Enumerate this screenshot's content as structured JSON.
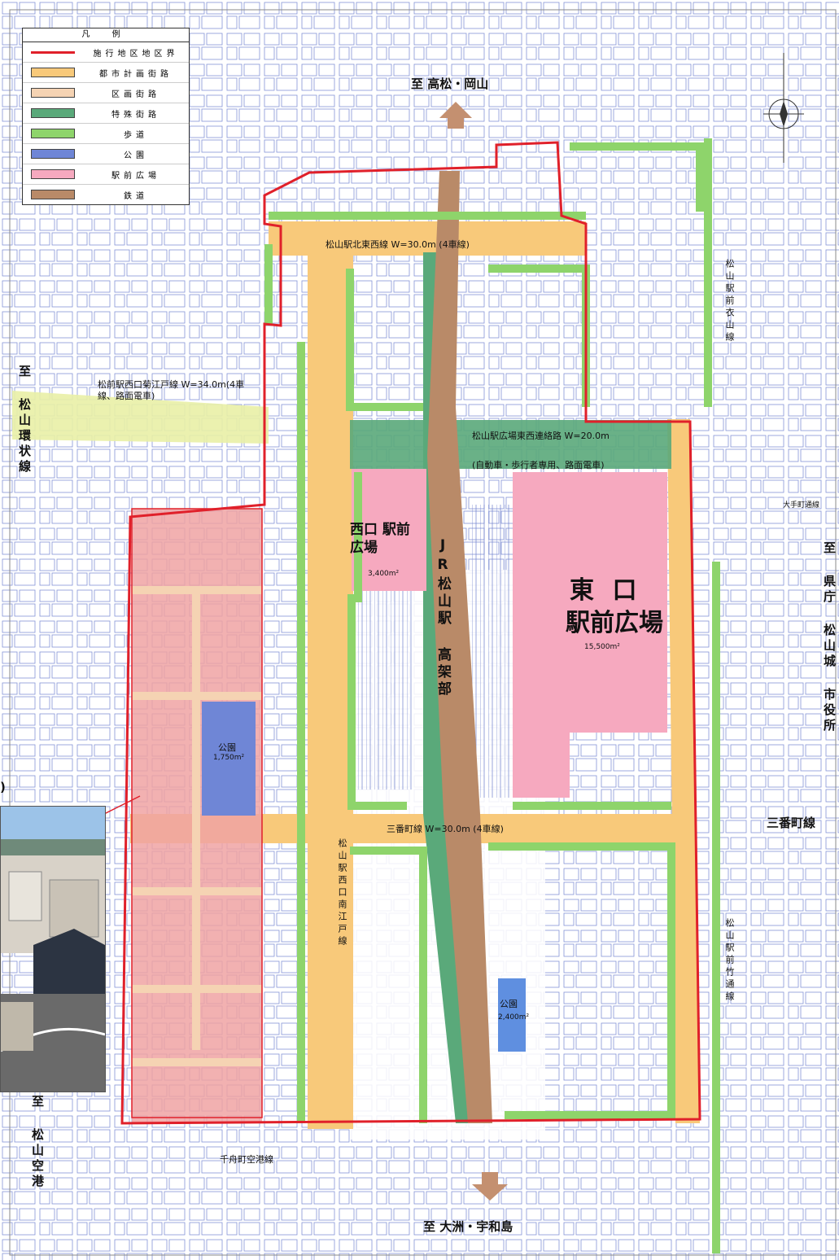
{
  "legend": {
    "title": "凡 例",
    "items": [
      {
        "label": "施行地区地区界",
        "kind": "line",
        "color": "#e0202a"
      },
      {
        "label": "都市計画街路",
        "kind": "fill",
        "color": "#f8c97a"
      },
      {
        "label": "区画街路",
        "kind": "fill",
        "color": "#f5d3b3"
      },
      {
        "label": "特殊街路",
        "kind": "fill",
        "color": "#5aa97a"
      },
      {
        "label": "歩道",
        "kind": "fill",
        "color": "#8ed46b"
      },
      {
        "label": "公園",
        "kind": "fill",
        "color": "#6f86d6"
      },
      {
        "label": "駅前広場",
        "kind": "fill",
        "color": "#f6a9bf"
      },
      {
        "label": "鉄道",
        "kind": "fill",
        "color": "#b98a68"
      }
    ]
  },
  "directions": {
    "north": "至 高松・岡山",
    "south": "至 大洲・宇和島",
    "west_ring": "至 松山環状線",
    "east_castle": "至 県庁 松山城 市役所",
    "sw_airport": "至 松山空港"
  },
  "roads": {
    "north_road": "松山駅北東西線 W=30.0m (4車線)",
    "west_ring_road": "松前駅西口菊江戸線 W=34.0m(4車線、路面電車)",
    "east_west_passage": "松山駅広場東西連絡路 W=20.0m",
    "passage_note": "(自動車・歩行者専用、路面電車)",
    "sanbancho": "三番町線 W=30.0m (4車線)",
    "sanbancho_east": "三番町線",
    "east_kinuyama": "松山駅前衣山線",
    "east_takezawa": "松山駅前竹通線",
    "ohtemachi": "大手町通線",
    "senbune": "千舟町空港線",
    "west_vertical": "松山駅西口南江戸線"
  },
  "labels": {
    "west_plaza": "西口 駅前広場",
    "west_plaza_area": "3,400m²",
    "jr_station": "JR松山駅 高架部",
    "east_plaza_1": "東 口",
    "east_plaza_2": "駅前広場",
    "east_plaza_area": "15,500m²",
    "park_west": "公園",
    "park_west_area": "1,750m²",
    "park_east": "公園",
    "park_east_area": "2,400m²",
    "paren": ")"
  },
  "colors": {
    "boundary": "#e0202a",
    "city_road": "#f8c97a",
    "block_road": "#f5d3b3",
    "special_road": "#5aa97a",
    "sidewalk": "#8ed46b",
    "park": "#6f86d6",
    "plaza": "#f6a9bf",
    "railway": "#b98a68",
    "bg_lines": "#5b6fc9"
  }
}
